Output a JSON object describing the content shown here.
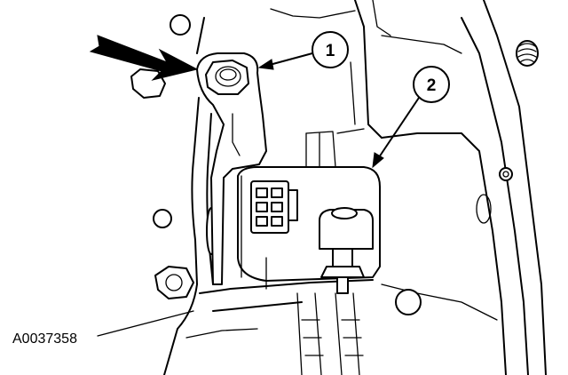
{
  "callouts": [
    {
      "label": "1"
    },
    {
      "label": "2"
    }
  ],
  "figure_id": "A0037358",
  "colors": {
    "line": "#000000",
    "background": "#ffffff"
  }
}
